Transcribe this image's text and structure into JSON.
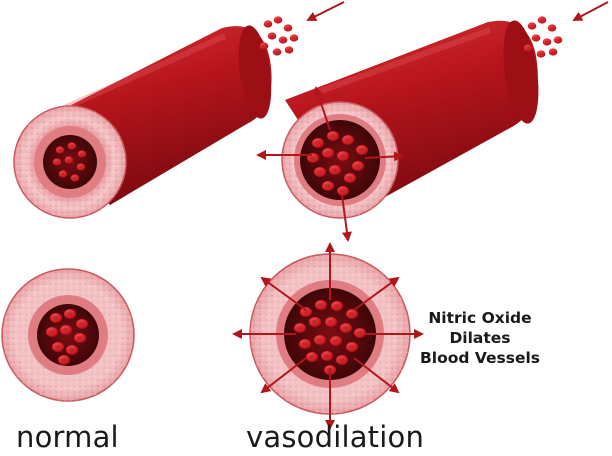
{
  "labels": {
    "normal": "normal",
    "vasodilation": "vasodilation"
  },
  "annotation": {
    "lines": [
      "Nitric Oxide",
      "Dilates",
      "Blood Vessels"
    ]
  },
  "colors": {
    "vessel_dark": "#8e0b12",
    "vessel_mid": "#b8151c",
    "vessel_light": "#d8343a",
    "wall_outer": "#f1b9bb",
    "wall_inner": "#e58a8f",
    "lumen": "#5c0a0d",
    "cell": "#d91e26",
    "cell_highlight": "#f25a5f",
    "arrow": "#b0161c",
    "text": "#1a1a1a"
  },
  "icons": {
    "blood_cell": "red-blood-cell-icon",
    "arrow": "expansion-arrow-icon"
  }
}
